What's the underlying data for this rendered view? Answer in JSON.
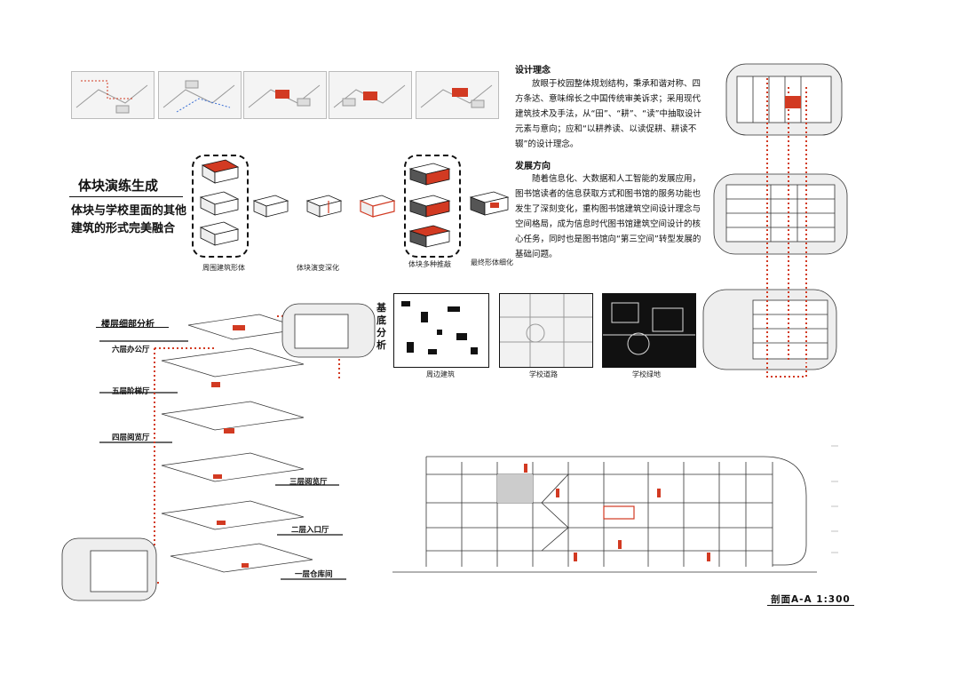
{
  "concept": {
    "heading": "设计理念",
    "body": "放眼于校园整体规划结构，秉承和谐对称、四方条达、意味绵长之中国传统审美诉求；采用现代建筑技术及手法，从“田”、“耕”、“读”中抽取设计元素与意向；应和“以耕养读、以读促耕、耕读不辍”的设计理念。"
  },
  "development": {
    "heading": "发展方向",
    "body": "随着信息化、大数据和人工智能的发展应用，图书馆读者的信息获取方式和图书馆的服务功能也发生了深刻变化，重构图书馆建筑空间设计理念与空间格局，成为信息时代图书馆建筑空间设计的核心任务，同时也是图书馆向“第三空间”转型发展的基础问题。"
  },
  "massing": {
    "title": "体块演练生成",
    "subtitle": "体块与学校里面的其他建筑的形式完美融合",
    "captions": [
      "周围建筑形体",
      "体块演变深化",
      "体块多种推敲",
      "最终形体细化"
    ]
  },
  "floors": {
    "title": "楼层细部分析",
    "labels": [
      "六层办公厅",
      "五层阶梯厅",
      "四层阅览厅",
      "三层阅览厅",
      "二层入口厅",
      "一层仓库间"
    ]
  },
  "site": {
    "title": "基底分析",
    "captions": [
      "周边建筑",
      "学校道路",
      "学校绿地"
    ]
  },
  "section": {
    "label": "剖面A-A 1:300"
  },
  "colors": {
    "accent": "#d23a22",
    "line": "#111111"
  }
}
